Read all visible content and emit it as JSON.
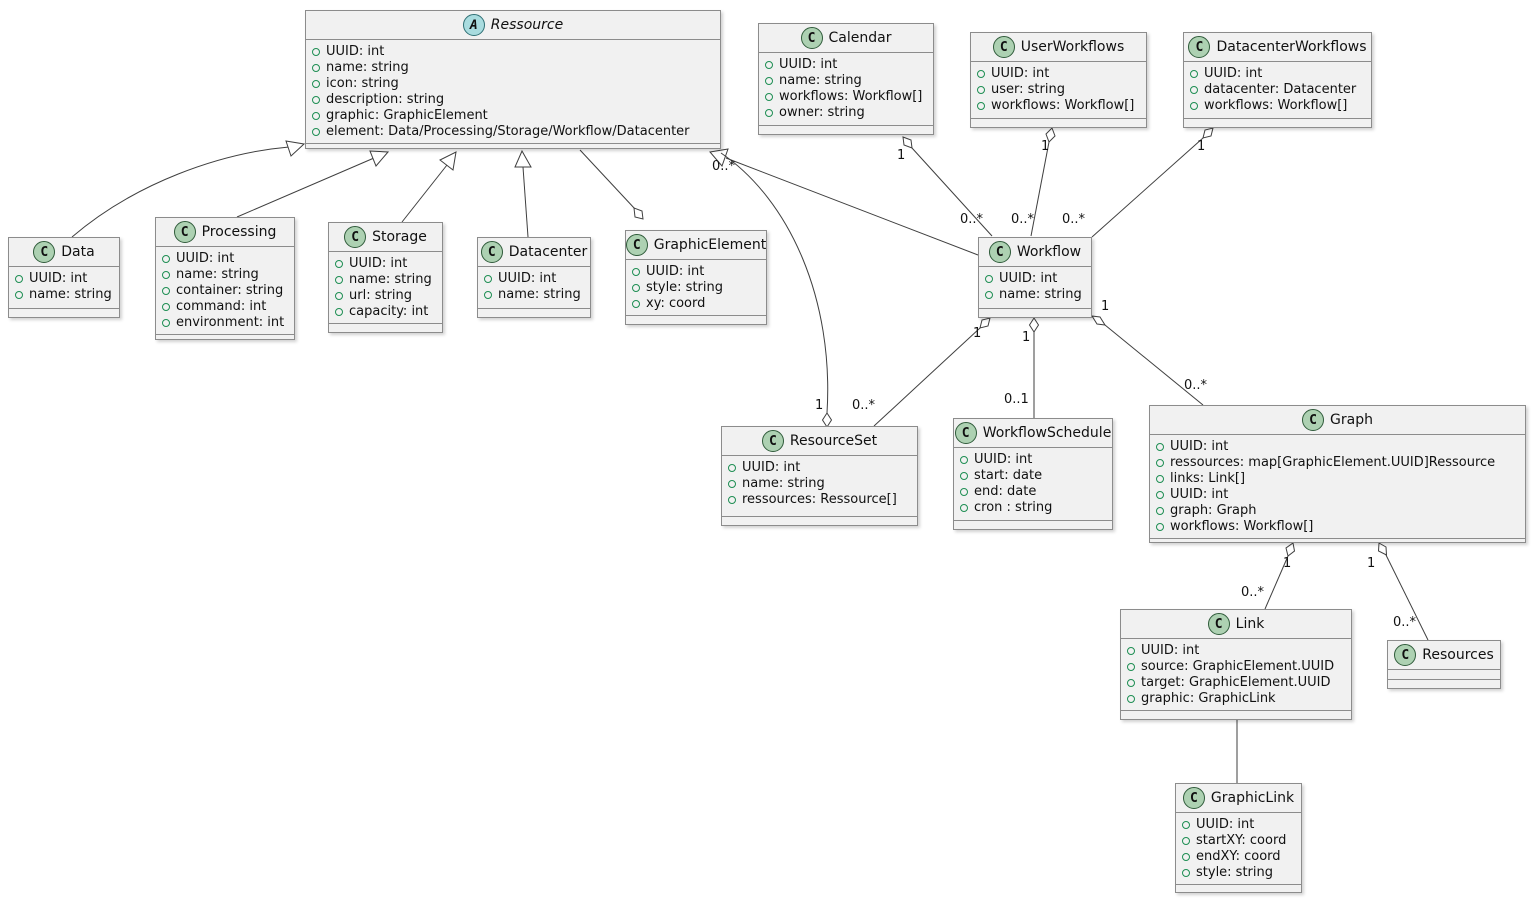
{
  "diagram_type": "UML class diagram",
  "colors": {
    "class_fill": "#F1F1F1",
    "class_border": "#8C8C8C",
    "class_icon_bg": "#ADD1B2",
    "abstract_icon_bg": "#A9DCDF",
    "field_icon_green": "#1E8E53",
    "edge_color": "#3F3F3F"
  },
  "classes": [
    {
      "badge": "A",
      "name": "Ressource",
      "abstract": true,
      "attrs": [
        "UUID: int",
        "name: string",
        "icon: string",
        "description: string",
        "graphic: GraphicElement",
        "element: Data/Processing/Storage/Workflow/Datacenter"
      ]
    },
    {
      "badge": "C",
      "name": "Calendar",
      "abstract": false,
      "attrs": [
        "UUID: int",
        "name: string",
        "workflows: Workflow[]",
        "owner: string"
      ]
    },
    {
      "badge": "C",
      "name": "UserWorkflows",
      "abstract": false,
      "attrs": [
        "UUID: int",
        "user: string",
        "workflows: Workflow[]"
      ]
    },
    {
      "badge": "C",
      "name": "DatacenterWorkflows",
      "abstract": false,
      "attrs": [
        "UUID: int",
        "datacenter: Datacenter",
        "workflows: Workflow[]"
      ]
    },
    {
      "badge": "C",
      "name": "Data",
      "abstract": false,
      "attrs": [
        "UUID: int",
        "name: string"
      ]
    },
    {
      "badge": "C",
      "name": "Processing",
      "abstract": false,
      "attrs": [
        "UUID: int",
        "name: string",
        "container: string",
        "command: int",
        "environment: int"
      ]
    },
    {
      "badge": "C",
      "name": "Storage",
      "abstract": false,
      "attrs": [
        "UUID: int",
        "name: string",
        "url: string",
        "capacity: int"
      ]
    },
    {
      "badge": "C",
      "name": "Datacenter",
      "abstract": false,
      "attrs": [
        "UUID: int",
        "name: string"
      ]
    },
    {
      "badge": "C",
      "name": "GraphicElement",
      "abstract": false,
      "attrs": [
        "UUID: int",
        "style: string",
        "xy: coord"
      ]
    },
    {
      "badge": "C",
      "name": "Workflow",
      "abstract": false,
      "attrs": [
        "UUID: int",
        "name: string"
      ]
    },
    {
      "badge": "C",
      "name": "ResourceSet",
      "abstract": false,
      "attrs": [
        "UUID: int",
        "name: string",
        "ressources: Ressource[]"
      ]
    },
    {
      "badge": "C",
      "name": "WorkflowSchedule",
      "abstract": false,
      "attrs": [
        "UUID: int",
        "start: date",
        "end: date",
        "cron : string"
      ]
    },
    {
      "badge": "C",
      "name": "Graph",
      "abstract": false,
      "attrs": [
        "UUID: int",
        "ressources: map[GraphicElement.UUID]Ressource",
        "links: Link[]",
        "UUID: int",
        "graph: Graph",
        "workflows: Workflow[]"
      ]
    },
    {
      "badge": "C",
      "name": "Link",
      "abstract": false,
      "attrs": [
        "UUID: int",
        "source: GraphicElement.UUID",
        "target: GraphicElement.UUID",
        "graphic: GraphicLink"
      ]
    },
    {
      "badge": "C",
      "name": "Resources",
      "abstract": false,
      "attrs": []
    },
    {
      "badge": "C",
      "name": "GraphicLink",
      "abstract": false,
      "attrs": [
        "UUID: int",
        "startXY: coord",
        "endXY: coord",
        "style: string"
      ]
    }
  ],
  "edge_labels": [
    "0..*",
    "1",
    "0..*",
    "1",
    "0..*",
    "1",
    "0..*",
    "1",
    "0..*",
    "1",
    "1",
    "0..1",
    "1",
    "0..*",
    "1",
    "0..*",
    "1",
    "0..*"
  ],
  "relations": [
    {
      "from": "Data",
      "to": "Ressource",
      "type": "generalization"
    },
    {
      "from": "Processing",
      "to": "Ressource",
      "type": "generalization"
    },
    {
      "from": "Storage",
      "to": "Ressource",
      "type": "generalization"
    },
    {
      "from": "Datacenter",
      "to": "Ressource",
      "type": "generalization"
    },
    {
      "from": "Workflow",
      "to": "Ressource",
      "type": "generalization"
    },
    {
      "from": "Ressource",
      "to": "GraphicElement",
      "type": "aggregation",
      "diamond_at": "GraphicElement"
    },
    {
      "from": "Calendar",
      "to": "Workflow",
      "type": "aggregation",
      "from_mult": "1",
      "to_mult": "0..*"
    },
    {
      "from": "UserWorkflows",
      "to": "Workflow",
      "type": "aggregation",
      "from_mult": "1",
      "to_mult": "0..*"
    },
    {
      "from": "DatacenterWorkflows",
      "to": "Workflow",
      "type": "aggregation",
      "from_mult": "1",
      "to_mult": "0..*"
    },
    {
      "from": "ResourceSet",
      "to": "Ressource",
      "type": "aggregation",
      "from_mult": "1",
      "to_mult": "0..*"
    },
    {
      "from": "Workflow",
      "to": "ResourceSet",
      "type": "aggregation",
      "from_mult": "1",
      "to_mult": "0..*"
    },
    {
      "from": "Workflow",
      "to": "WorkflowSchedule",
      "type": "aggregation",
      "from_mult": "1",
      "to_mult": "0..1"
    },
    {
      "from": "Workflow",
      "to": "Graph",
      "type": "aggregation",
      "from_mult": "1",
      "to_mult": "0..*"
    },
    {
      "from": "Graph",
      "to": "Link",
      "type": "aggregation",
      "from_mult": "1",
      "to_mult": "0..*"
    },
    {
      "from": "Graph",
      "to": "Resources",
      "type": "aggregation",
      "from_mult": "1",
      "to_mult": "0..*"
    },
    {
      "from": "Link",
      "to": "GraphicLink",
      "type": "association"
    }
  ]
}
